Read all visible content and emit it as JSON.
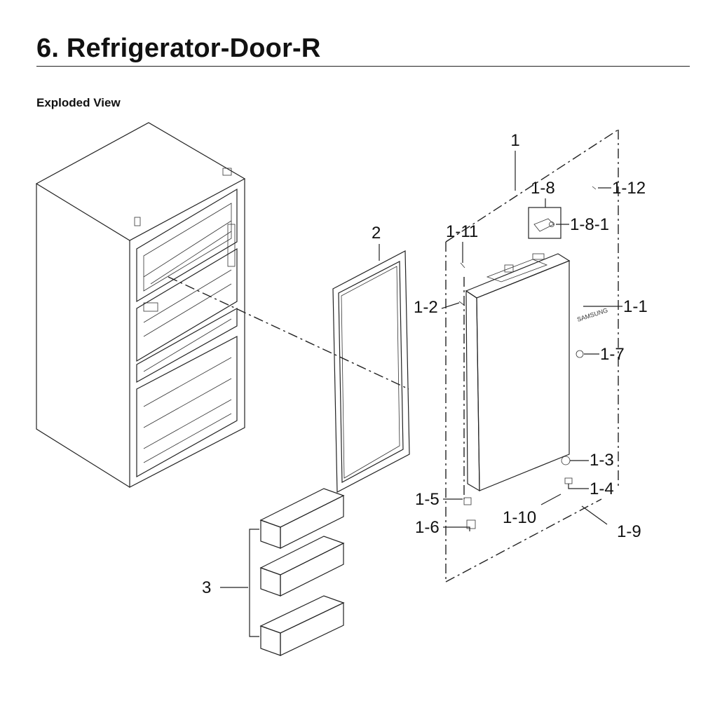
{
  "document": {
    "title": "6.  Refrigerator-Door-R",
    "section": "Exploded View"
  },
  "brand_mark": "SAMSUNG",
  "part_labels": [
    {
      "id": "1",
      "text": "1"
    },
    {
      "id": "1-1",
      "text": "1-1"
    },
    {
      "id": "1-2",
      "text": "1-2"
    },
    {
      "id": "1-3",
      "text": "1-3"
    },
    {
      "id": "1-4",
      "text": "1-4"
    },
    {
      "id": "1-5",
      "text": "1-5"
    },
    {
      "id": "1-6",
      "text": "1-6"
    },
    {
      "id": "1-7",
      "text": "1-7"
    },
    {
      "id": "1-8",
      "text": "1-8"
    },
    {
      "id": "1-8-1",
      "text": "1-8-1"
    },
    {
      "id": "1-9",
      "text": "1-9"
    },
    {
      "id": "1-10",
      "text": "1-10"
    },
    {
      "id": "1-11",
      "text": "1-11"
    },
    {
      "id": "1-12",
      "text": "1-12"
    },
    {
      "id": "2",
      "text": "2"
    },
    {
      "id": "3",
      "text": "3"
    }
  ]
}
